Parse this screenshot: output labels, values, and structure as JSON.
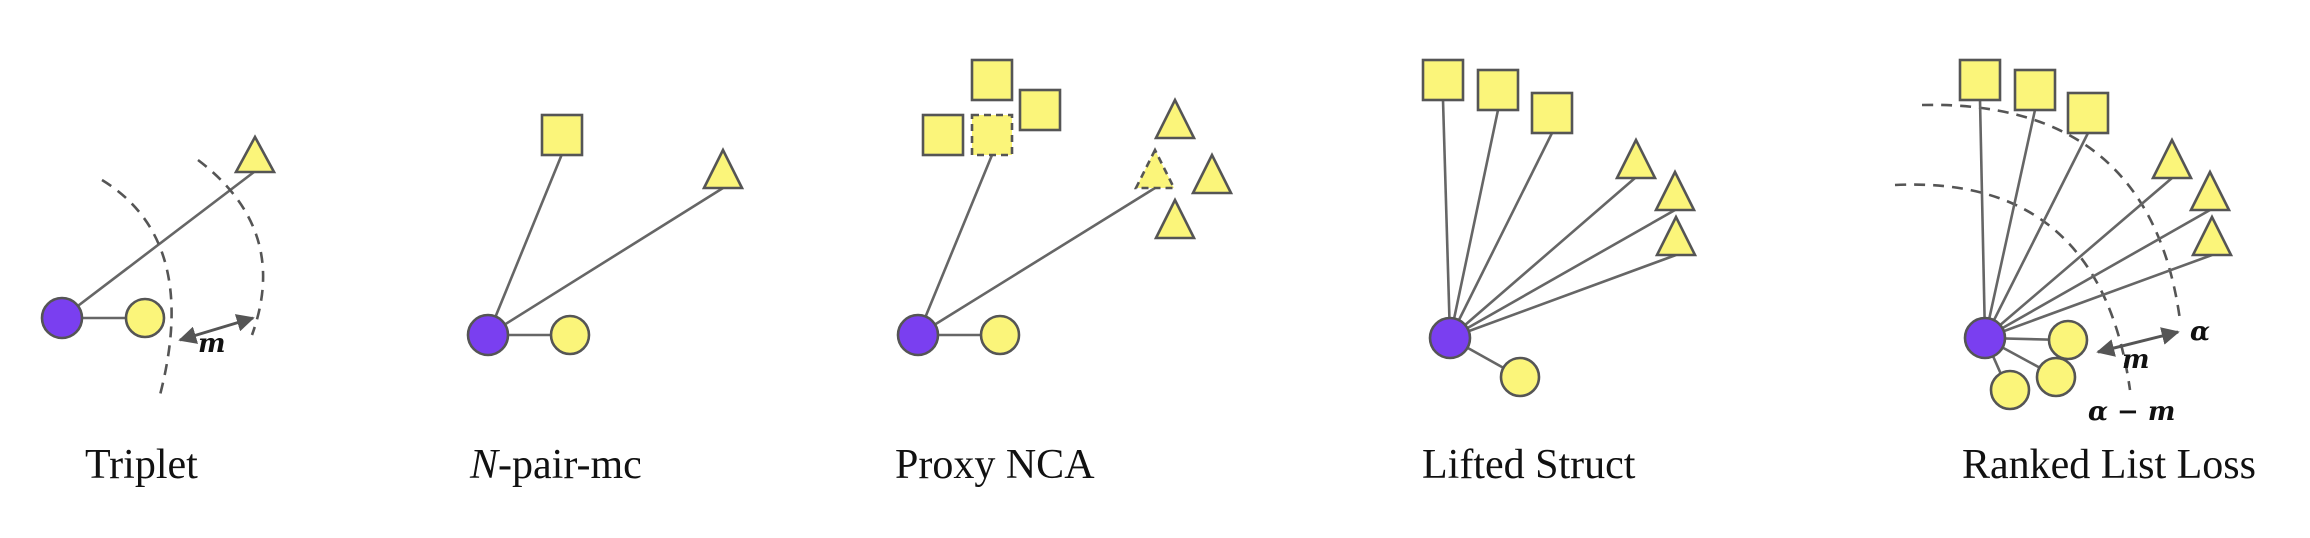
{
  "colors": {
    "anchor": "#7a3ff0",
    "sample": "#fbf57a",
    "stroke": "#555555"
  },
  "panels": [
    {
      "id": "triplet",
      "caption": "Triplet",
      "margin_label": "m"
    },
    {
      "id": "npair",
      "caption_italic": "N",
      "caption_rest": "-pair-mc"
    },
    {
      "id": "proxy",
      "caption": "Proxy NCA"
    },
    {
      "id": "lifted",
      "caption": "Lifted Struct"
    },
    {
      "id": "ranked",
      "caption": "Ranked List Loss",
      "margin_label": "m",
      "alpha_label": "α",
      "alpha_minus_m_label": "α − m"
    }
  ]
}
